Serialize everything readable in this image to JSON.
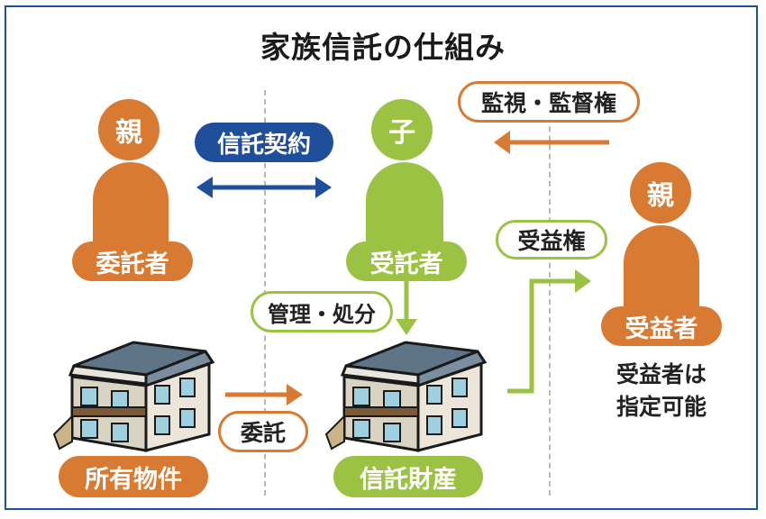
{
  "title": "家族信託の仕組み",
  "colors": {
    "orange": "#d97a33",
    "green": "#9cc244",
    "navy": "#1f4e9a",
    "border": "#1f4e9a"
  },
  "settlor": {
    "head": "親",
    "role": "委託者"
  },
  "trustee": {
    "head": "子",
    "role": "受託者"
  },
  "beneficiary": {
    "head": "親",
    "role": "受益者",
    "note_line1": "受益者は",
    "note_line2": "指定可能"
  },
  "labels": {
    "trust_contract": "信託契約",
    "supervision": "監視・監督権",
    "beneficial_right": "受益権",
    "management": "管理・処分",
    "entrust": "委託",
    "owned_property": "所有物件",
    "trust_property": "信託財産"
  },
  "icons": {
    "house_left": "apartment-building-icon",
    "house_right": "apartment-building-icon"
  }
}
